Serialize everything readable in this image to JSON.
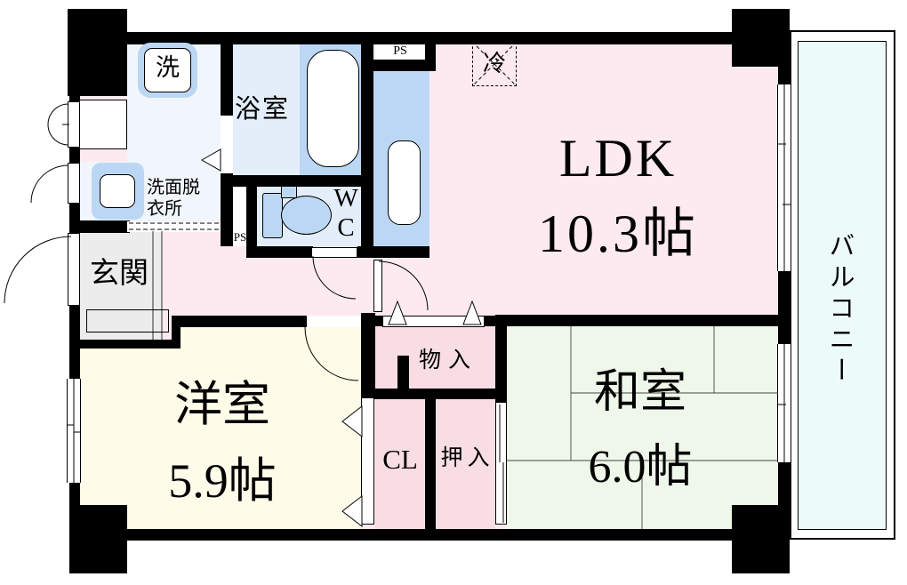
{
  "rooms": {
    "ldk": {
      "name": "LDK",
      "size": "10.3帖"
    },
    "western_room": {
      "name": "洋室",
      "size": "5.9帖"
    },
    "japanese_room": {
      "name": "和室",
      "size": "6.0帖"
    },
    "balcony": {
      "name": "バルコニー"
    },
    "bathroom": {
      "name": "浴室"
    },
    "washroom": {
      "name": "洗面脱衣所"
    },
    "toilet": {
      "letter_top": "W",
      "letter_bottom": "C"
    },
    "entrance": {
      "name": "玄関"
    }
  },
  "storage": {
    "hall_closet": "物入",
    "closet": "CL",
    "futon_closet": "押入"
  },
  "fixtures": {
    "washing_machine": "洗",
    "refrigerator": "冷"
  },
  "labels": {
    "pipe_space_top": "PS",
    "pipe_space_side": "PS"
  },
  "colors": {
    "wall": "#000000",
    "ldk_pink": "#fdeaf0",
    "closet_pink": "#f8dee4",
    "tatami_green": "#eef7ea",
    "western_cream": "#fffbe9",
    "balcony_cyan": "#ecfafa",
    "water_blue": "#bcd7f3",
    "bath_blue": "#e3eefa",
    "washroom_blue": "#f0f6fc",
    "entrance_gray": "#ececec"
  }
}
